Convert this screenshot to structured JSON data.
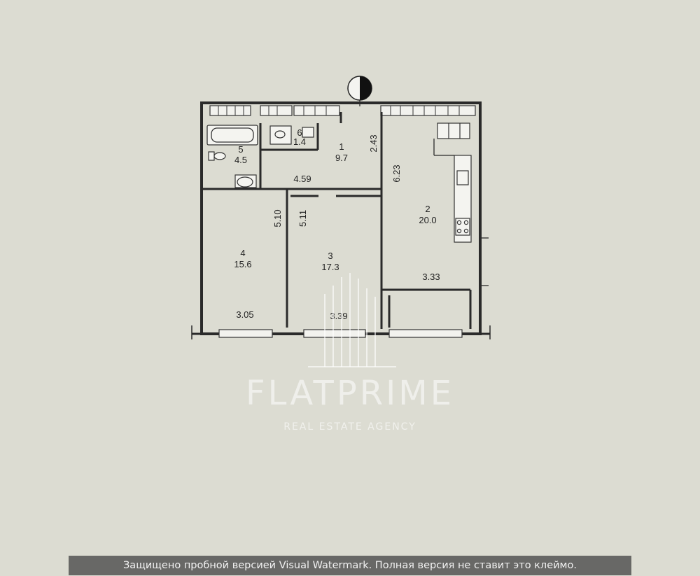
{
  "rooms": [
    {
      "number": "1",
      "area": "9.7"
    },
    {
      "number": "2",
      "area": "20.0"
    },
    {
      "number": "3",
      "area": "17.3"
    },
    {
      "number": "4",
      "area": "15.6"
    },
    {
      "number": "5",
      "area": "4.5"
    },
    {
      "number": "6",
      "area": "1.4"
    }
  ],
  "dimensions": {
    "hall_width": "4.59",
    "hall_depth": "2.43",
    "kitchen_length": "6.23",
    "kitchen_width": "3.33",
    "room3_length": "5.11",
    "room3_width": "3.39",
    "room4_length": "5.10",
    "room4_width": "3.05"
  },
  "watermark": {
    "brand": "FLATPRIME",
    "subtitle": "REAL ESTATE AGENCY"
  },
  "protection_notice": "Защищено пробной версией Visual Watermark. Полная версия не ставит это клеймо.",
  "colors": {
    "paper": "#dcdcd2",
    "wall": "#2a2a2a"
  }
}
